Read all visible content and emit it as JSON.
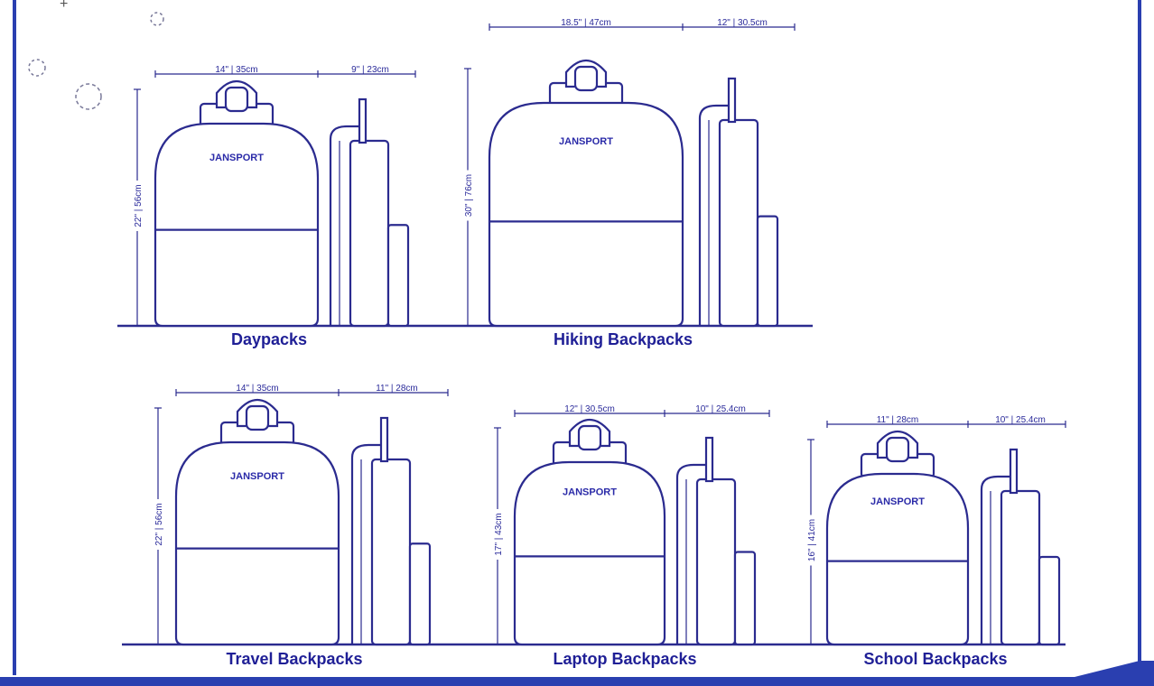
{
  "colors": {
    "ink": "#2b2b8f",
    "label": "#1f1f96",
    "frame": "#2a3fb0",
    "background": "#ffffff"
  },
  "brand_text": "JANSPORT",
  "backpacks": [
    {
      "id": "daypacks",
      "title": "Daypacks",
      "width_label": "14\" | 35cm",
      "depth_label": "9\" | 23cm",
      "height_label": "22\" | 56cm"
    },
    {
      "id": "hiking",
      "title": "Hiking Backpacks",
      "width_label": "18.5\" | 47cm",
      "depth_label": "12\" | 30.5cm",
      "height_label": "30\" | 76cm"
    },
    {
      "id": "travel",
      "title": "Travel Backpacks",
      "width_label": "14\" | 35cm",
      "depth_label": "11\" | 28cm",
      "height_label": "22\" | 56cm"
    },
    {
      "id": "laptop",
      "title": "Laptop Backpacks",
      "width_label": "12\" | 30.5cm",
      "depth_label": "10\" | 25.4cm",
      "height_label": "17\" | 43cm"
    },
    {
      "id": "school",
      "title": "School Backpacks",
      "width_label": "11\" | 28cm",
      "depth_label": "10\" | 25.4cm",
      "height_label": "16\" | 41cm"
    }
  ]
}
